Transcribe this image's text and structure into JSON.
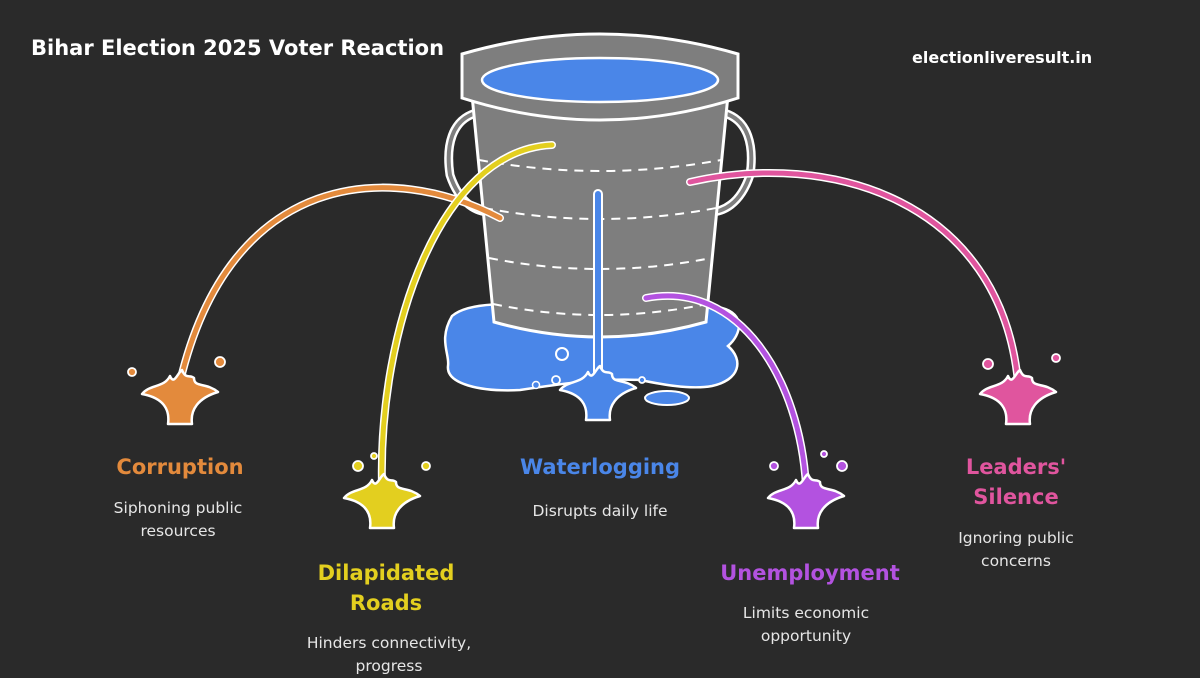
{
  "header": {
    "title": "Bihar Election 2025 Voter Reaction",
    "site": "electionliveresult.in"
  },
  "nodes": [
    {
      "label": "Corruption",
      "desc": "Siphoning public\nresources",
      "color": "#e38a3c"
    },
    {
      "label": "Dilapidated\nRoads",
      "desc": "Hinders connectivity,\nprogress",
      "color": "#e3cf1f"
    },
    {
      "label": "Waterlogging",
      "desc": "Disrupts daily life",
      "color": "#4a86e8"
    },
    {
      "label": "Unemployment",
      "desc": "Limits economic\nopportunity",
      "color": "#b352e0"
    },
    {
      "label": "Leaders'\nSilence",
      "desc": "Ignoring public\nconcerns",
      "color": "#e0559e"
    }
  ],
  "colors": {
    "background": "#2a2a2a",
    "bucket": "#7e7e7e",
    "water": "#4a86e8"
  }
}
